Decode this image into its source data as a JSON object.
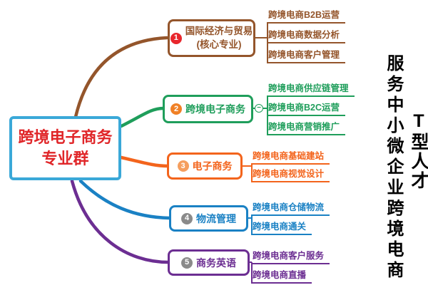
{
  "central": {
    "line1": "跨境电子商务",
    "line2": "专业群",
    "text_color": "#e02629",
    "border_color": "#3aa8d8"
  },
  "branches": [
    {
      "badge": "1",
      "badge_color": "#e8262c",
      "color": "#94552b",
      "label": "国际经济与贸易",
      "sublabel": "(核心专业)",
      "children": [
        "跨境电商B2B运营",
        "跨境电商数据分析",
        "跨境电商客户管理"
      ]
    },
    {
      "badge": "2",
      "badge_color": "#f08026",
      "color": "#1f9e5b",
      "label": "跨境电子商务",
      "toggle": "−",
      "children": [
        "跨境电商供应链管理",
        "跨境电商B2C运营",
        "跨境电商营销推广"
      ]
    },
    {
      "badge": "3",
      "badge_color": "#f59e5e",
      "color": "#f3641c",
      "label": "电子商务",
      "children": [
        "跨境电商基础建站",
        "跨境电商视觉设计"
      ]
    },
    {
      "badge": "4",
      "badge_color": "#8a8a8a",
      "color": "#1a81c4",
      "label": "物流管理",
      "children": [
        "跨境电商仓储物流",
        "跨境电商通关"
      ]
    },
    {
      "badge": "5",
      "badge_color": "#8a8a8a",
      "color": "#6c2e92",
      "label": "商务英语",
      "children": [
        "跨境电商客户服务",
        "跨境电商直播"
      ]
    }
  ],
  "side_notes": [
    {
      "text": "服务中小微企业跨境电商"
    },
    {
      "text": "T型人才"
    }
  ]
}
